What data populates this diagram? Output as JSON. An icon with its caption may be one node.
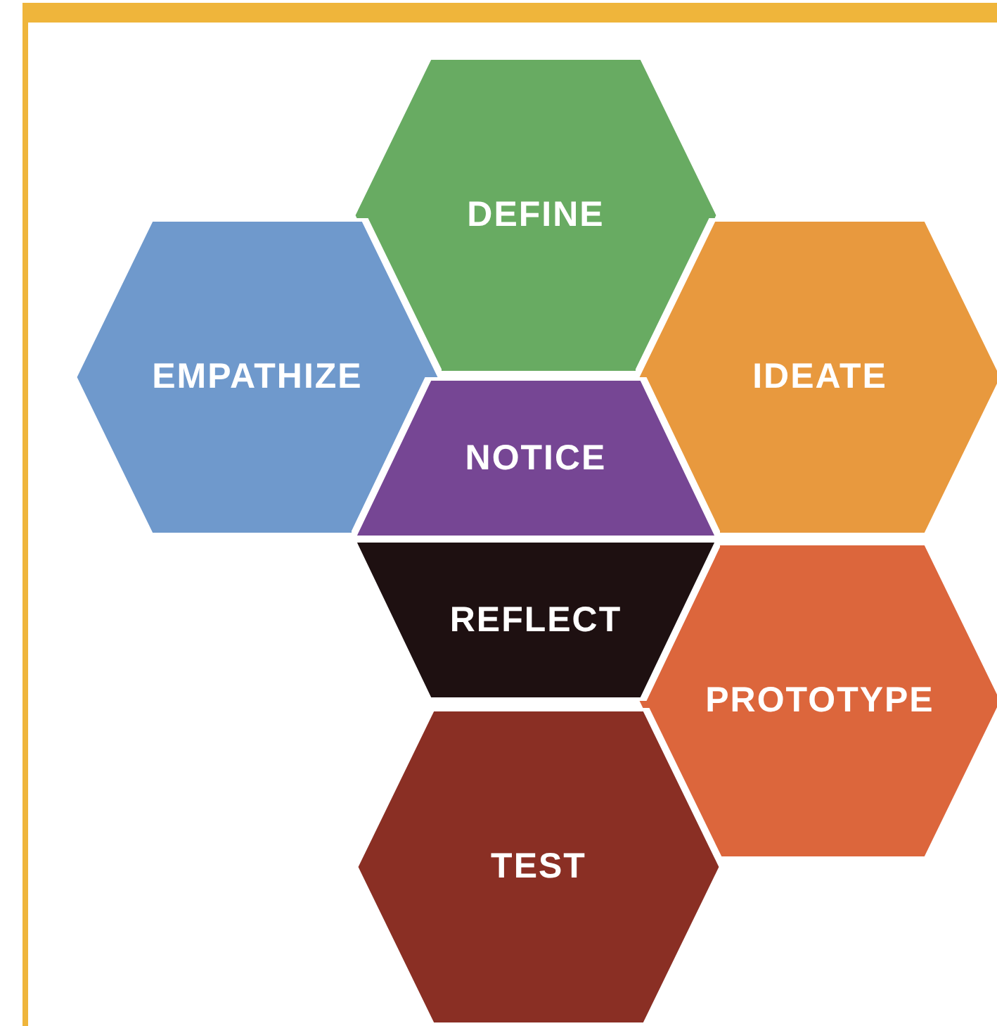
{
  "diagram": {
    "nodes": [
      {
        "text": [
          "DEFINE"
        ]
      },
      {
        "text": [
          "EMPATHIZE"
        ]
      },
      {
        "text": [
          "IDEATE"
        ]
      },
      {
        "text": [
          "NOTICE"
        ]
      },
      {
        "text": [
          "REFLECT"
        ]
      },
      {
        "text": [
          "PROTOTYPE"
        ]
      },
      {
        "text": [
          "TEST"
        ]
      }
    ]
  }
}
